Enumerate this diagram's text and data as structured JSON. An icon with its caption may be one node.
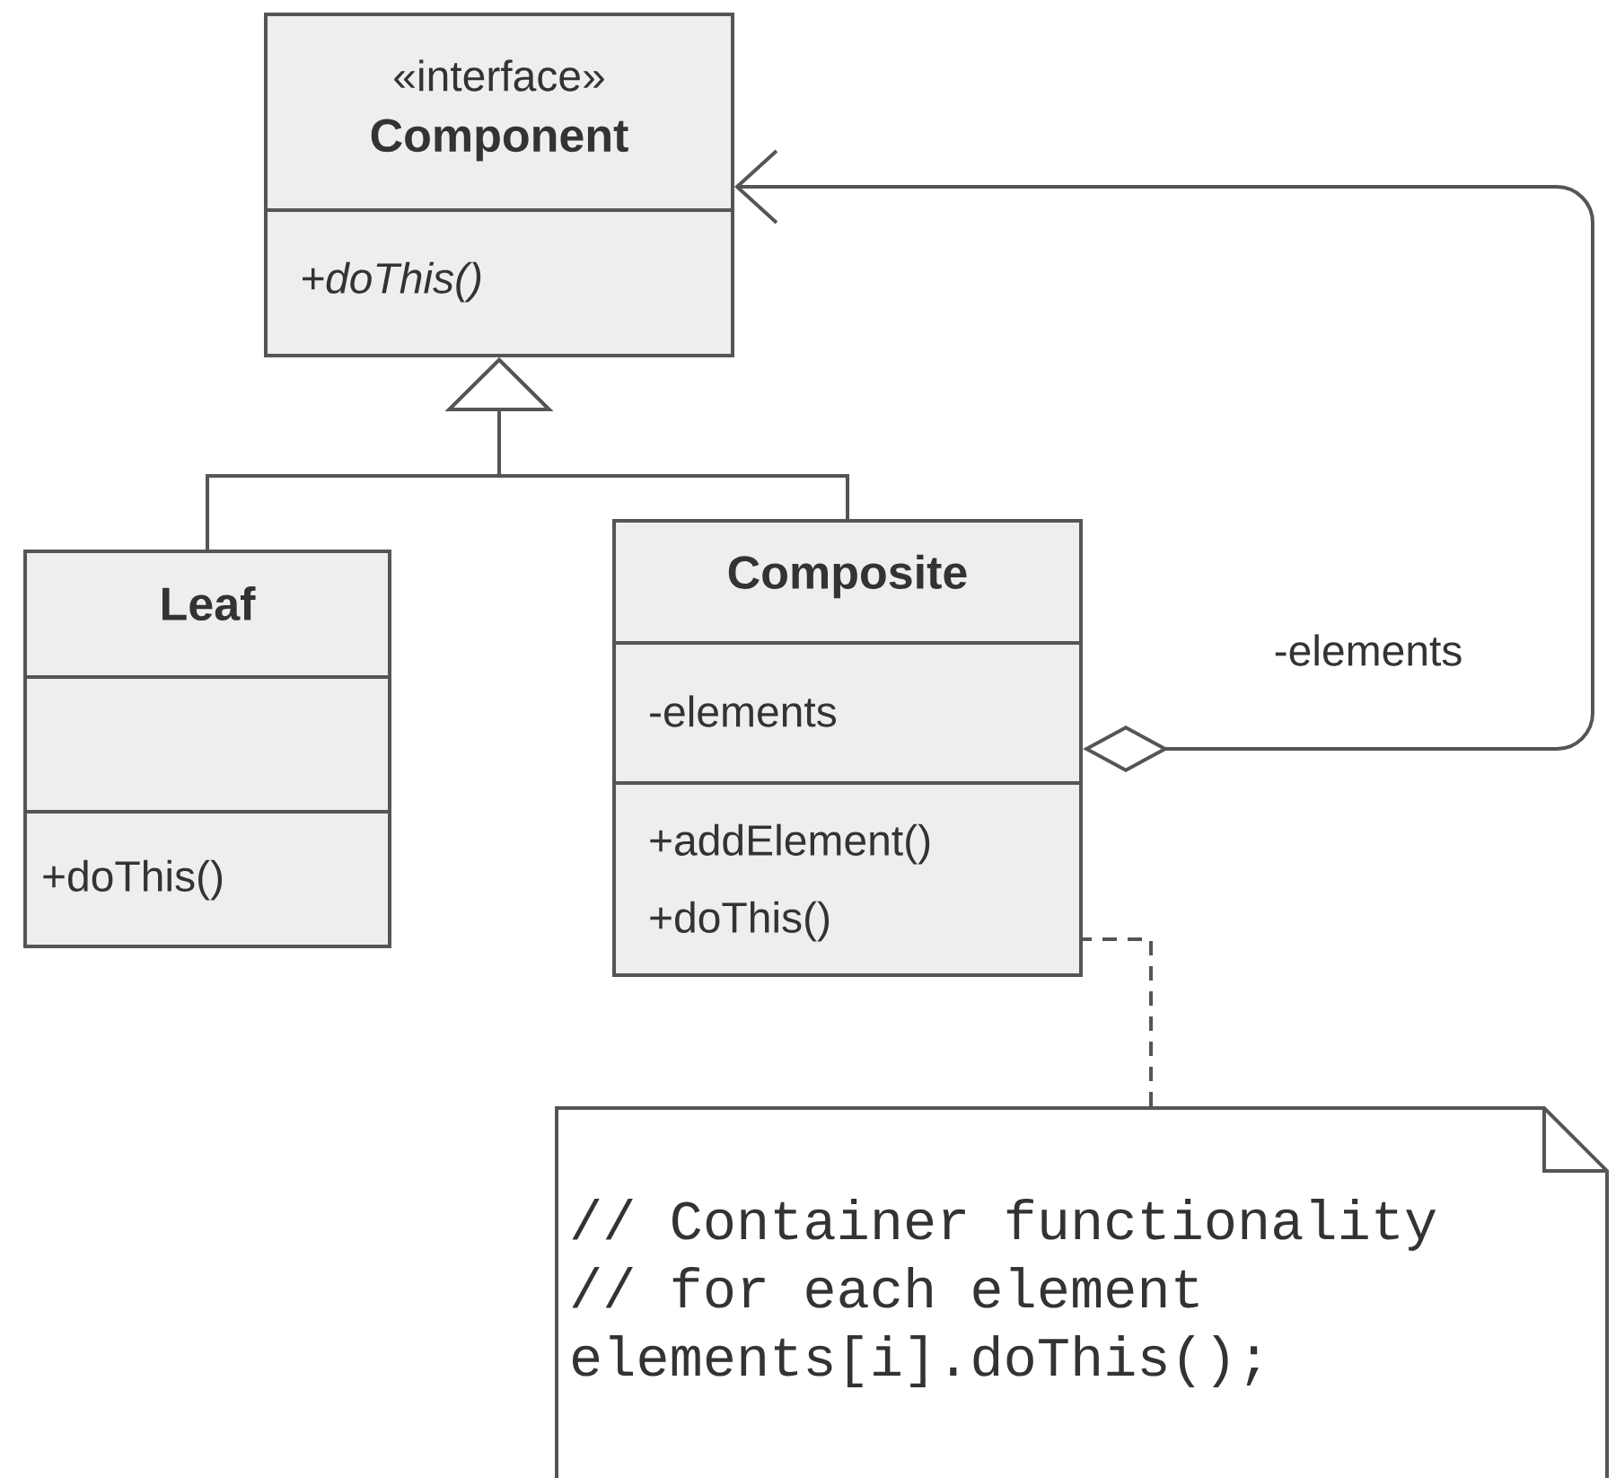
{
  "diagram": {
    "nodes": [
      {
        "text": [
          "«interface»",
          "Component",
          "+doThis()"
        ]
      },
      {
        "text": [
          "Leaf",
          "+doThis()"
        ]
      },
      {
        "text": [
          "Composite",
          "-elements",
          "+addElement()",
          "+doThis()"
        ]
      },
      {
        "text": [
          "// Container functionality",
          "// for each element",
          "elements[i].doThis();"
        ]
      }
    ],
    "edges": [
      {
        "from": 1,
        "to": 0,
        "arrow": "to"
      },
      {
        "from": 2,
        "to": 0,
        "arrow": "to",
        "label": "-elements"
      },
      {
        "from": 2,
        "to": 0,
        "arrow": "to"
      },
      {
        "from": 3,
        "to": 2,
        "arrow": "none",
        "style": "dashed"
      }
    ]
  }
}
